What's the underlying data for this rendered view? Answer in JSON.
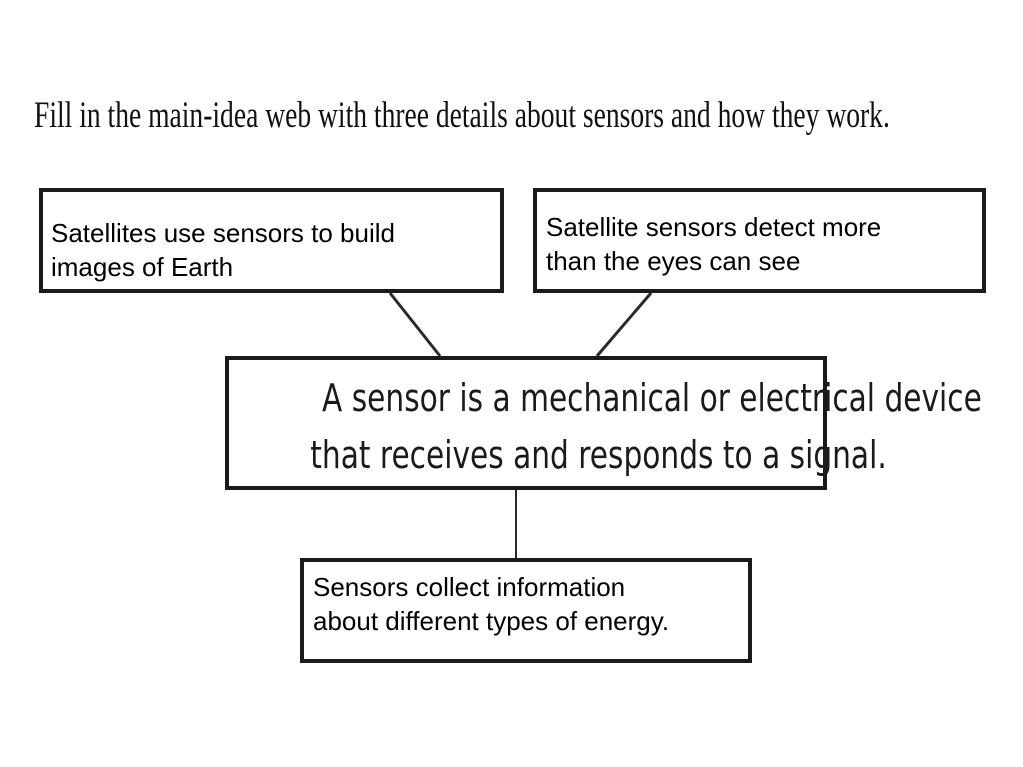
{
  "title": "Fill in the main-idea web with three details about sensors and how they work.",
  "main_idea": {
    "line1": "A sensor is a mechanical or electrical device",
    "line2": "that receives and responds to a signal."
  },
  "details": [
    {
      "line1": "Satellites use sensors to build",
      "line2": "images of Earth"
    },
    {
      "line1": "Satellite sensors detect more",
      "line2": "than the eyes can see"
    },
    {
      "line1": "Sensors collect information",
      "line2": "about different types of energy."
    }
  ]
}
